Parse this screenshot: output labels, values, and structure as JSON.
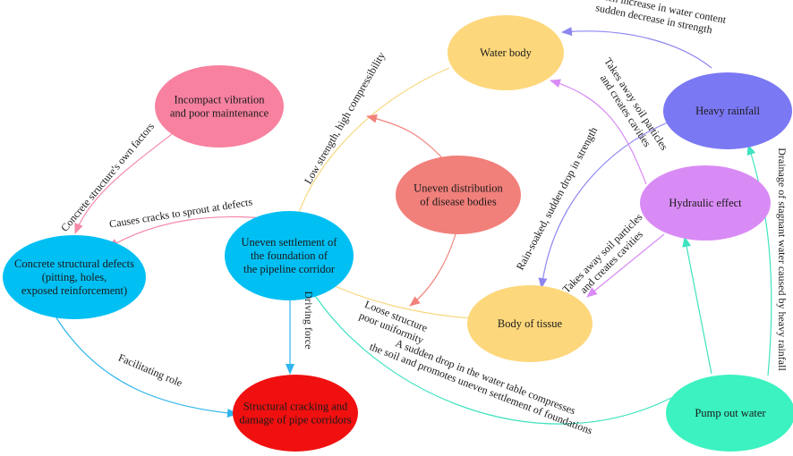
{
  "colors": {
    "water_body": "#FDD77B",
    "heavy_rainfall": "#7B78F4",
    "incompact": "#F7819F",
    "uneven_distribution": "#F17F7A",
    "hydraulic_effect": "#D98BF5",
    "concrete_defects": "#00BFF3",
    "uneven_settlement": "#00BFF3",
    "body_of_tissue": "#FDD77B",
    "pump_out": "#3BF2C0",
    "structural_cracking": "#F0100F",
    "edge_purple": "#8E86F0",
    "edge_violet": "#D98BF5",
    "edge_pink": "#F48AA8",
    "edge_salmon": "#F2837C",
    "edge_yellow": "#F7D77E",
    "edge_teal": "#3FE2C0",
    "edge_blue": "#2EB5EC"
  },
  "nodes": {
    "water_body": [
      "Water body"
    ],
    "heavy_rainfall": [
      "Heavy rainfall"
    ],
    "incompact": [
      "Incompact vibration",
      "and poor maintenance"
    ],
    "uneven_distribution": [
      "Uneven distribution",
      "of disease bodies"
    ],
    "hydraulic_effect": [
      "Hydraulic effect"
    ],
    "concrete_defects": [
      "Concrete structural defects",
      "(pitting, holes,",
      "exposed reinforcement)"
    ],
    "uneven_settlement": [
      "Uneven settlement of",
      "the foundation of",
      "the pipeline corridor"
    ],
    "body_of_tissue": [
      "Body of tissue"
    ],
    "pump_out": [
      "Pump out water"
    ],
    "structural_cracking": [
      "Structural cracking and",
      "damage of pipe corridors"
    ]
  },
  "edge_labels": {
    "rain_to_water": [
      "Sudden increase in water content",
      "sudden decrease in strength"
    ],
    "rain_to_tissue": [
      "Rain-soaked, sudden drop in strength"
    ],
    "hydraulic_to_water": [
      "Takes away soil particles",
      "and creates cavities"
    ],
    "hydraulic_to_tissue": [
      "Takes away soil particles",
      "and creates cavities"
    ],
    "incompact_to_defects": [
      "Concrete structure's own factors"
    ],
    "water_to_settlement": [
      "Low strength, high compressibility"
    ],
    "settlement_to_defects": [
      "Causes cracks to sprout at defects"
    ],
    "tissue_to_settlement": [
      "Loose structure",
      "poor uniformity"
    ],
    "settlement_to_cracking": [
      "Driving force"
    ],
    "defects_to_cracking": [
      "Facilitating role"
    ],
    "pump_to_settlement": [
      "A sudden drop in the water table compresses",
      "the soil and promotes uneven settlement of foundations"
    ],
    "pump_to_rainfall": [
      "Drainage of stagnant water caused by heavy rainfall"
    ]
  }
}
